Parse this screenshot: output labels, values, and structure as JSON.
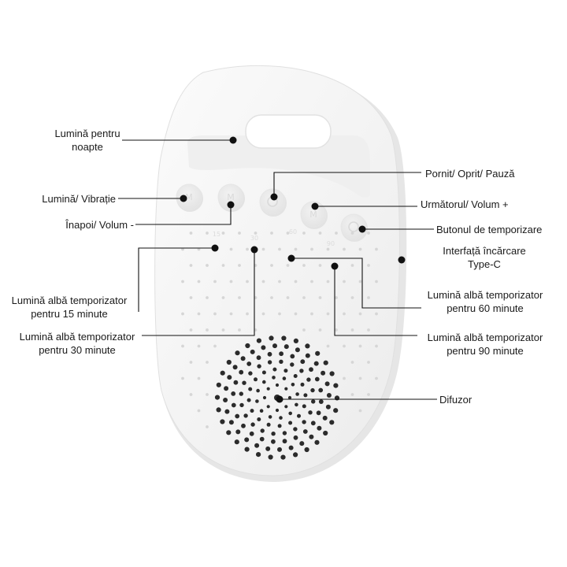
{
  "device": {
    "body_color": "#f4f4f4",
    "shadow_color": "#e2e2e2",
    "dot_color": "#d6d6d6",
    "speaker_dot_color": "#2b2b2b",
    "callout_color": "#111111",
    "buttons": [
      {
        "name": "light-vibration-button",
        "glyph": "M"
      },
      {
        "name": "back-volume-down-button",
        "glyph": "M"
      },
      {
        "name": "power-button",
        "glyph": ""
      },
      {
        "name": "next-volume-up-button",
        "glyph": "M"
      },
      {
        "name": "timer-button",
        "glyph": ""
      }
    ],
    "timer_numbers": [
      "15",
      "30",
      "60",
      "90"
    ]
  },
  "labels": {
    "night_light": [
      "Lumină pentru",
      "noapte"
    ],
    "light_vibration": [
      "Lumină/ Vibrație"
    ],
    "back_volume_down": [
      "Înapoi/ Volum -"
    ],
    "power_pause": [
      "Pornit/ Oprit/ Pauză"
    ],
    "next_volume_up": [
      "Următorul/ Volum +"
    ],
    "timer_button": [
      "Butonul de temporizare"
    ],
    "type_c": [
      "Interfață încărcare",
      "Type-C"
    ],
    "timer_60": [
      "Lumină albă temporizator",
      "pentru 60 minute"
    ],
    "timer_90": [
      "Lumină albă temporizator",
      "pentru 90 minute"
    ],
    "timer_15": [
      "Lumină albă temporizator",
      "pentru 15 minute"
    ],
    "timer_30": [
      "Lumină albă temporizator",
      "pentru 30 minute"
    ],
    "speaker": [
      "Difuzor"
    ]
  }
}
